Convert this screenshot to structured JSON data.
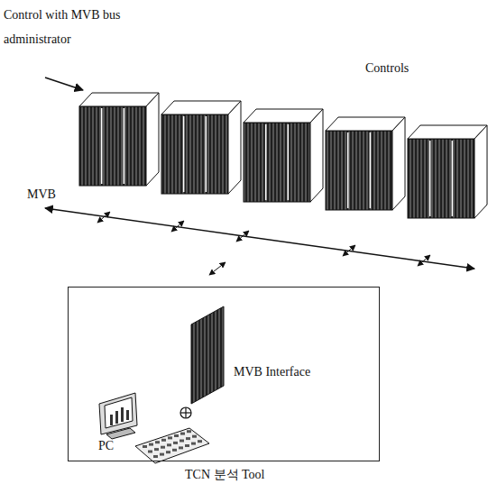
{
  "diagram": {
    "nodes": [
      {
        "text": [
          "MVB Interface",
          "PC",
          "TCN 분석 Tool"
        ]
      }
    ],
    "labels": [
      "Control with MVB bus administrator",
      "Controls",
      "MVB"
    ]
  }
}
